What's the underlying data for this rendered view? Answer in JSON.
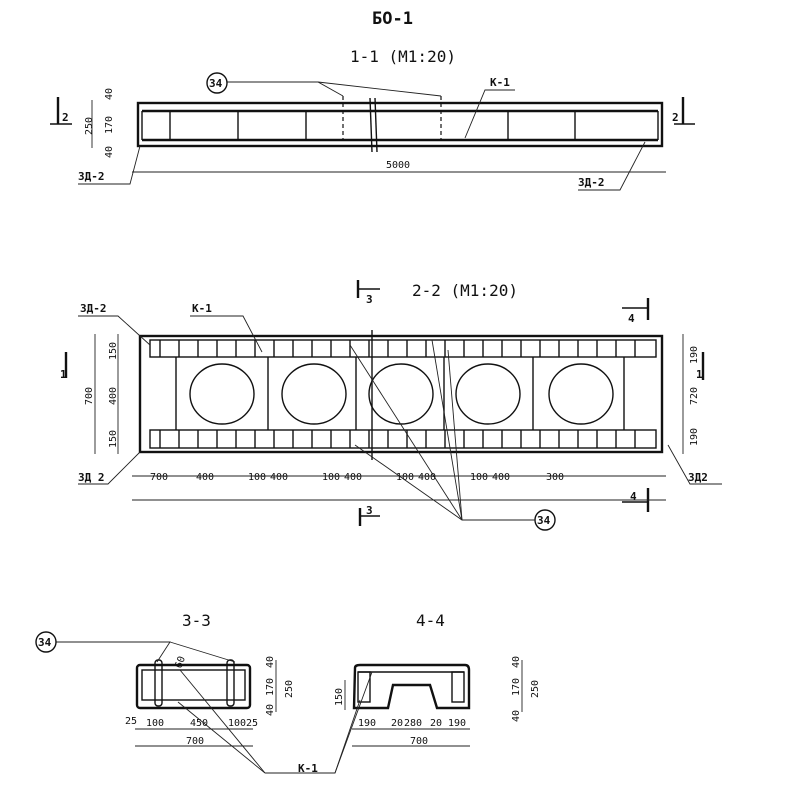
{
  "title": "БО-1",
  "section_1_1": {
    "title": "1-1 (М1:20)",
    "callout": "34",
    "frame_label": "К-1",
    "length": "5000",
    "embed_left": "ЗД-2",
    "embed_right": "ЗД-2",
    "cut_marker": "2",
    "dims_vertical": [
      "40",
      "170",
      "40",
      "250"
    ]
  },
  "section_2_2": {
    "title": "2-2 (М1:20)",
    "cut_marker_3": "3",
    "cut_marker_4": "4",
    "cut_marker_1": "1",
    "embed_top_left": "ЗД-2",
    "frame_label": "К-1",
    "embed_bottom_left": "ЗД 2",
    "embed_bottom_right": "ЗД2",
    "callout": "34",
    "dims_left": [
      "150",
      "400",
      "150",
      "700"
    ],
    "dims_right": [
      "190",
      "720",
      "190"
    ],
    "dims_bottom": [
      "700",
      "400",
      "100",
      "400",
      "100",
      "400",
      "100",
      "400",
      "100",
      "400",
      "300"
    ]
  },
  "section_3_3": {
    "title": "3-3",
    "callout": "34",
    "angle": "60",
    "dims_bottom": [
      "25",
      "100",
      "450",
      "100",
      "25"
    ],
    "total": "700",
    "dims_right": [
      "40",
      "170",
      "40",
      "250"
    ]
  },
  "section_4_4": {
    "title": "4-4",
    "dims_bottom": [
      "190",
      "20",
      "280",
      "20",
      "190"
    ],
    "total": "700",
    "dim_left": "150",
    "dims_right": [
      "40",
      "170",
      "40",
      "250"
    ]
  },
  "shared_frame_label": "К-1"
}
